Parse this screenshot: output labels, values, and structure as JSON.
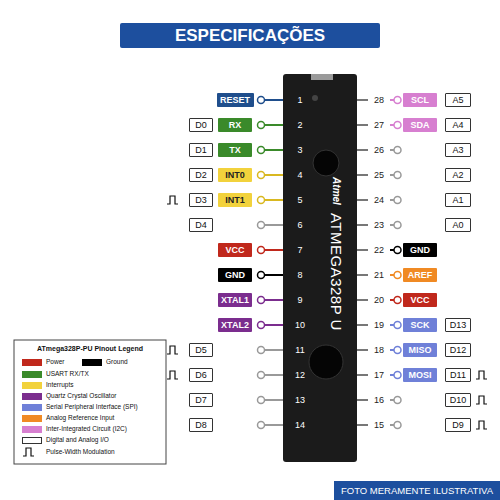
{
  "diagram": {
    "title": "ESPECIFICAÇÕES",
    "caption": "FOTO MERAMENTE ILUSTRATIVA",
    "nodes": [
      {
        "text": [
          "Atmel",
          "ATMEGA328P U"
        ]
      },
      {
        "text": [
          "RESET"
        ]
      },
      {
        "text": [
          "SCL"
        ]
      },
      {
        "text": [
          "A5"
        ]
      },
      {
        "text": [
          "D0"
        ]
      },
      {
        "text": [
          "RX"
        ]
      },
      {
        "text": [
          "SDA"
        ]
      },
      {
        "text": [
          "A4"
        ]
      },
      {
        "text": [
          "D1"
        ]
      },
      {
        "text": [
          "TX"
        ]
      },
      {
        "text": [
          "A3"
        ]
      },
      {
        "text": [
          "D2"
        ]
      },
      {
        "text": [
          "INT0"
        ]
      },
      {
        "text": [
          "A2"
        ]
      },
      {
        "text": [
          "D3"
        ]
      },
      {
        "text": [
          "INT1"
        ]
      },
      {
        "text": [
          "A1"
        ]
      },
      {
        "text": [
          "D4"
        ]
      },
      {
        "text": [
          "A0"
        ]
      },
      {
        "text": [
          "VCC"
        ]
      },
      {
        "text": [
          "GND"
        ]
      },
      {
        "text": [
          "GND"
        ]
      },
      {
        "text": [
          "AREF"
        ]
      },
      {
        "text": [
          "XTAL1"
        ]
      },
      {
        "text": [
          "VCC"
        ]
      },
      {
        "text": [
          "XTAL2"
        ]
      },
      {
        "text": [
          "SCK"
        ]
      },
      {
        "text": [
          "D13"
        ]
      },
      {
        "text": [
          "D5"
        ]
      },
      {
        "text": [
          "MISO"
        ]
      },
      {
        "text": [
          "D12"
        ]
      },
      {
        "text": [
          "D6"
        ]
      },
      {
        "text": [
          "MOSI"
        ]
      },
      {
        "text": [
          "D11"
        ]
      },
      {
        "text": [
          "D7"
        ]
      },
      {
        "text": [
          "D10"
        ]
      },
      {
        "text": [
          "D8"
        ]
      },
      {
        "text": [
          "D9"
        ]
      }
    ],
    "labels": [
      "1",
      "2",
      "3",
      "4",
      "5",
      "6",
      "7",
      "8",
      "9",
      "10",
      "11",
      "12",
      "13",
      "14",
      "15",
      "16",
      "17",
      "18",
      "19",
      "20",
      "21",
      "22",
      "23",
      "24",
      "25",
      "26",
      "27",
      "28",
      "ATmega328P-PU Pinout Legend"
    ],
    "legend": [
      {
        "text": "Power",
        "color": "#c0281c"
      },
      {
        "text": "Ground",
        "color": "#000000"
      },
      {
        "text": "USART RX/TX",
        "color": "#3a8a2a"
      },
      {
        "text": "Interrupts",
        "color": "#f2d23c"
      },
      {
        "text": "Quartz Crystal Oscillator",
        "color": "#7b2d8e"
      },
      {
        "text": "Serial Peripheral Interface (SPI)",
        "color": "#6f80d8"
      },
      {
        "text": "Analog Reference Input",
        "color": "#f08a24"
      },
      {
        "text": "Inter-Integrated Circuit (I2C)",
        "color": "#d77fd0"
      },
      {
        "text": "Digital and Analog I/O",
        "color": "#ffffff"
      },
      {
        "text": "Pulse-Width Modulation"
      }
    ]
  }
}
